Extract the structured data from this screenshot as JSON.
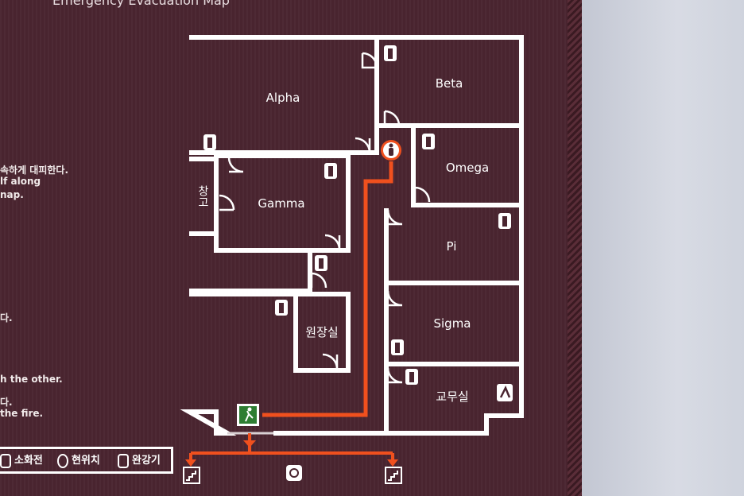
{
  "header": {
    "title": "Emergency Evacuation Map"
  },
  "side_text": [
    "속하게 대피한다.",
    "lf along",
    "nap.",
    "다.",
    "h the other.",
    "다.",
    "the fire."
  ],
  "rooms": {
    "alpha": "Alpha",
    "beta": "Beta",
    "gamma": "Gamma",
    "omega": "Omega",
    "pi": "Pi",
    "sigma": "Sigma",
    "storage": "창고",
    "director": "원장실",
    "staff": "교무실"
  },
  "legend": [
    {
      "icon": "fire-extinguisher-icon",
      "label": "소화전"
    },
    {
      "icon": "you-are-here-icon",
      "label": "현위치"
    },
    {
      "icon": "descending-device-icon",
      "label": "완강기"
    }
  ],
  "colors": {
    "board": "#4a2530",
    "walls": "#ffffff",
    "route": "#f0501e"
  }
}
